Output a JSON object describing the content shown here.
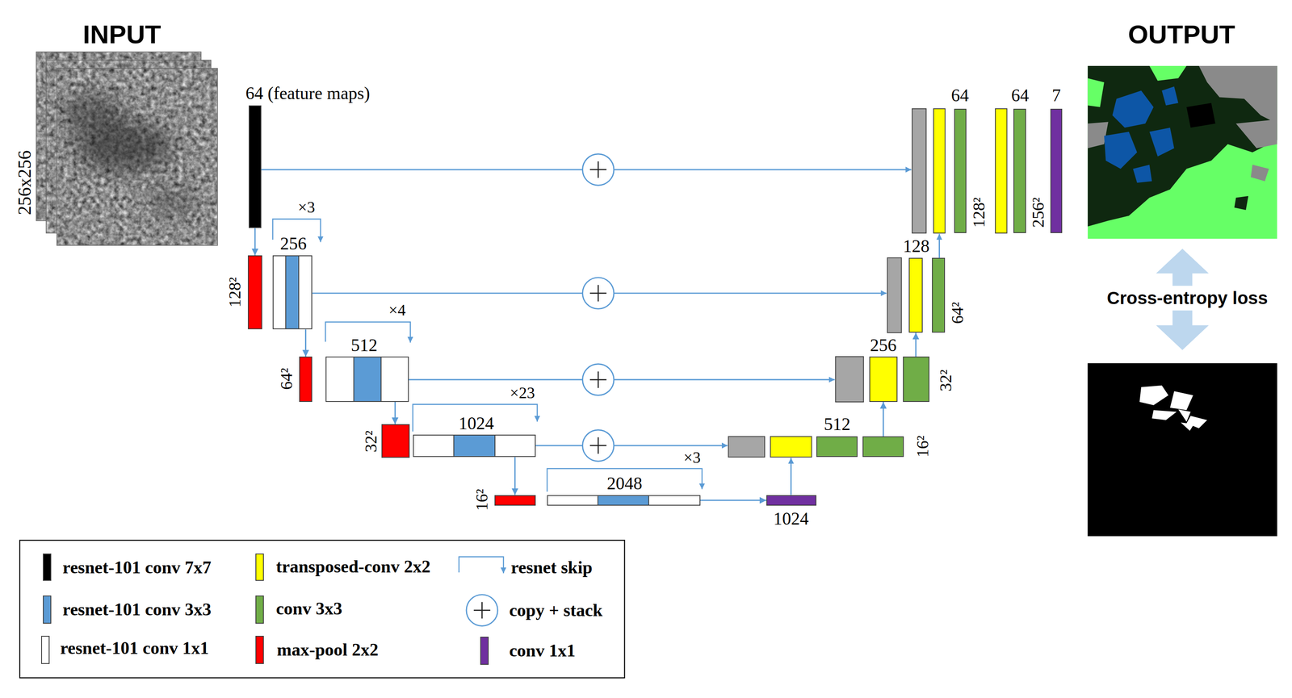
{
  "diagram": {
    "nodes": [
      {
        "text": [
          "64 (feature maps)"
        ]
      },
      {
        "text": [
          "128²"
        ]
      },
      {
        "text": [
          "256"
        ]
      },
      {
        "text": [
          "64²"
        ]
      },
      {
        "text": [
          "512"
        ]
      },
      {
        "text": [
          "32²"
        ]
      },
      {
        "text": [
          "1024"
        ]
      },
      {
        "text": [
          "16²"
        ]
      },
      {
        "text": [
          "2048"
        ]
      },
      {
        "text": [
          "1024"
        ]
      },
      {
        "text": [
          "512"
        ]
      },
      {
        "text": [
          "16²"
        ]
      },
      {
        "text": [
          "256"
        ]
      },
      {
        "text": [
          "32²"
        ]
      },
      {
        "text": [
          "128"
        ]
      },
      {
        "text": [
          "64²"
        ]
      },
      {
        "text": [
          "64",
          "128²"
        ]
      },
      {
        "text": [
          "64",
          "256²"
        ]
      },
      {
        "text": [
          "7"
        ]
      }
    ],
    "edges": [
      {
        "from": 0,
        "to": 1,
        "arrow": "to"
      },
      {
        "from": 2,
        "to": 3,
        "arrow": "to"
      },
      {
        "from": 4,
        "to": 5,
        "arrow": "to"
      },
      {
        "from": 6,
        "to": 7,
        "arrow": "to"
      },
      {
        "from": 8,
        "to": 9,
        "arrow": "to"
      },
      {
        "from": 11,
        "to": 12,
        "arrow": "to"
      },
      {
        "from": 13,
        "to": 14,
        "arrow": "to"
      }
    ],
    "labels": [
      "INPUT",
      "OUTPUT",
      "256x256",
      "×3",
      "×4",
      "×23",
      "×3",
      "Cross-entropy loss"
    ],
    "legend": [
      {
        "text": "resnet-101 conv 7x7",
        "color": "#000000"
      },
      {
        "text": "transposed-conv 2x2",
        "color": "#ffff00"
      },
      {
        "text": "resnet skip"
      },
      {
        "text": "resnet-101 conv 3x3",
        "color": "#5b9bd5"
      },
      {
        "text": "conv 3x3",
        "color": "#70ad47"
      },
      {
        "text": "copy + stack"
      },
      {
        "text": "resnet-101 conv 1x1",
        "color": "#ffffff"
      },
      {
        "text": "max-pool 2x2",
        "color": "#ff0000"
      },
      {
        "text": "conv 1x1",
        "color": "#7030a0"
      }
    ]
  }
}
